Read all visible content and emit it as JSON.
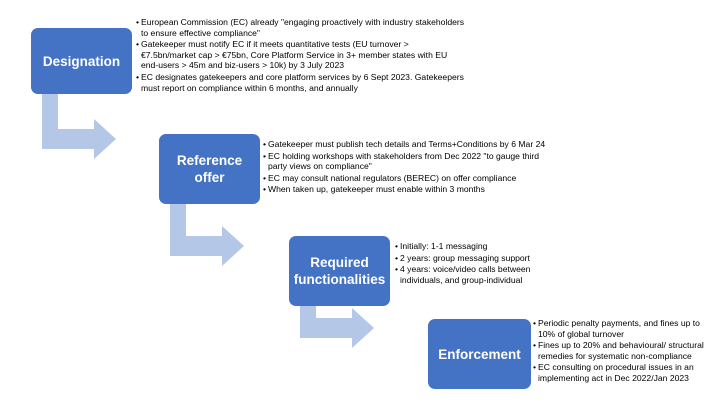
{
  "colors": {
    "box": "#4472c4",
    "arrow": "#b4c7e7",
    "text": "#000000"
  },
  "steps": [
    {
      "title": "Designation",
      "bullets": [
        "European Commission (EC) already \"engaging proactively with industry stakeholders to ensure effective compliance\"",
        "Gatekeeper must notify EC if it meets quantitative tests (EU turnover > €7.5bn/market cap > €75bn, Core Platform Service in 3+ member states with EU end-users > 45m and biz-users > 10k) by 3 July 2023",
        "EC designates gatekeepers and core platform services by 6 Sept 2023. Gatekeepers must report on compliance within 6 months, and annually"
      ]
    },
    {
      "title": "Reference\noffer",
      "bullets": [
        "Gatekeeper must publish tech details and Terms+Conditions by 6 Mar 24",
        "EC holding workshops with stakeholders from Dec 2022 \"to gauge third party views on compliance\"",
        "EC may consult national regulators (BEREC) on offer compliance",
        "When taken up, gatekeeper must enable within 3 months"
      ]
    },
    {
      "title": "Required\nfunctionalities",
      "bullets": [
        "Initially: 1-1 messaging",
        "2 years: group messaging support",
        "4 years: voice/video calls between individuals, and group-individual"
      ]
    },
    {
      "title": "Enforcement",
      "bullets": [
        "Periodic penalty payments, and fines up to 10% of global turnover",
        "Fines up to 20% and behavioural/ structural remedies for systematic non-compliance",
        "EC consulting on procedural issues in an implementing act in Dec 2022/Jan 2023"
      ]
    }
  ]
}
